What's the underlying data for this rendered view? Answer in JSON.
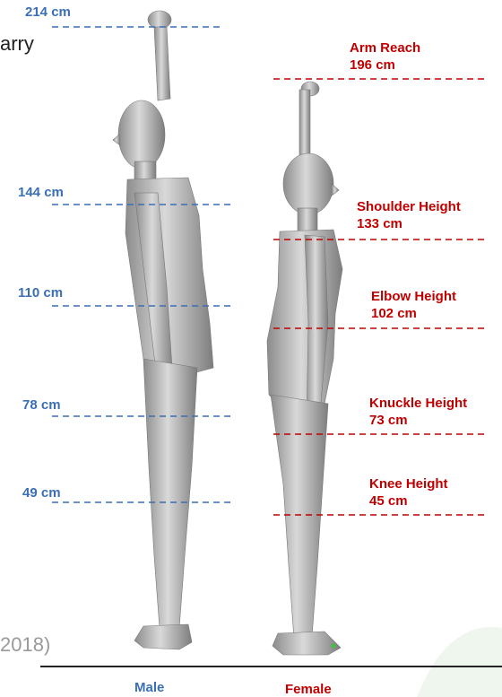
{
  "fragments": {
    "top_left": "arry",
    "bottom_left": "2018)"
  },
  "male": {
    "caption": "Male",
    "color": "#3a6fb5",
    "measurements": [
      {
        "value": "214 cm"
      },
      {
        "value": "144 cm"
      },
      {
        "value": "110 cm"
      },
      {
        "value": "78 cm"
      },
      {
        "value": "49 cm"
      }
    ]
  },
  "female": {
    "caption": "Female",
    "color": "#c00000",
    "measurements": [
      {
        "label": "Arm Reach",
        "value": "196 cm"
      },
      {
        "label": "Shoulder Height",
        "value": "133 cm"
      },
      {
        "label": "Elbow Height",
        "value": "102 cm"
      },
      {
        "label": "Knuckle Height",
        "value": "73 cm"
      },
      {
        "label": "Knee Height",
        "value": "45 cm"
      }
    ]
  }
}
